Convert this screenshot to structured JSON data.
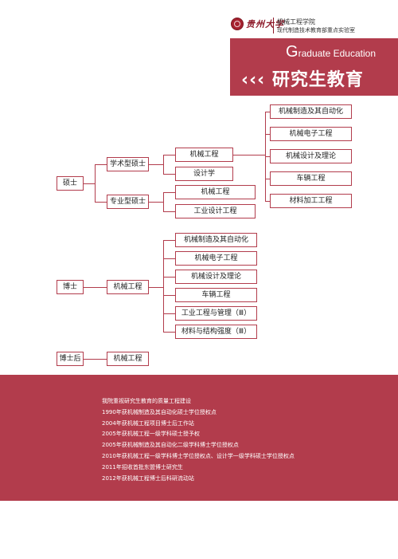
{
  "header": {
    "logo_text": "贵州大学",
    "school": "机械工程学院",
    "lab": "现代制造技术教育部重点实验室",
    "english_initial": "G",
    "english_rest": "raduate Education",
    "arrows": "‹‹‹",
    "title": "研究生教育"
  },
  "tree": {
    "master": {
      "label": "硕士",
      "academic": {
        "label": "学术型硕士",
        "disciplines": [
          {
            "label": "机械工程"
          },
          {
            "label": "设计学"
          }
        ],
        "sub_disciplines": [
          "机械制造及其自动化",
          "机械电子工程",
          "机械设计及理论",
          "车辆工程",
          "材料加工工程"
        ]
      },
      "professional": {
        "label": "专业型硕士",
        "disciplines": [
          "机械工程",
          "工业设计工程"
        ]
      }
    },
    "doctor": {
      "label": "博士",
      "discipline": "机械工程",
      "sub_disciplines": [
        "机械制造及其自动化",
        "机械电子工程",
        "机械设计及理论",
        "车辆工程",
        "工业工程与管理（Ⅲ）",
        "材料与结构强度（Ⅲ）"
      ]
    },
    "postdoc": {
      "label": "博士后",
      "discipline": "机械工程"
    }
  },
  "milestones": [
    "我院重视研究生教育的质量工程建设",
    "1990年获机械制造及其自动化硕士学位授权点",
    "2004年获机械工程项目博士后工作站",
    "2005年获机械工程一级学科硕士授予权",
    "2005年获机械制造及其自动化二级学科博士学位授权点",
    "2010年获机械工程一级学科博士学位授权点、设计学一级学科硕士学位授权点",
    "2011年招收首批东盟博士研究生",
    "2012年获机械工程博士后科研流动站"
  ],
  "colors": {
    "accent": "#b23c4c",
    "background": "#ffffff",
    "text": "#222222"
  }
}
